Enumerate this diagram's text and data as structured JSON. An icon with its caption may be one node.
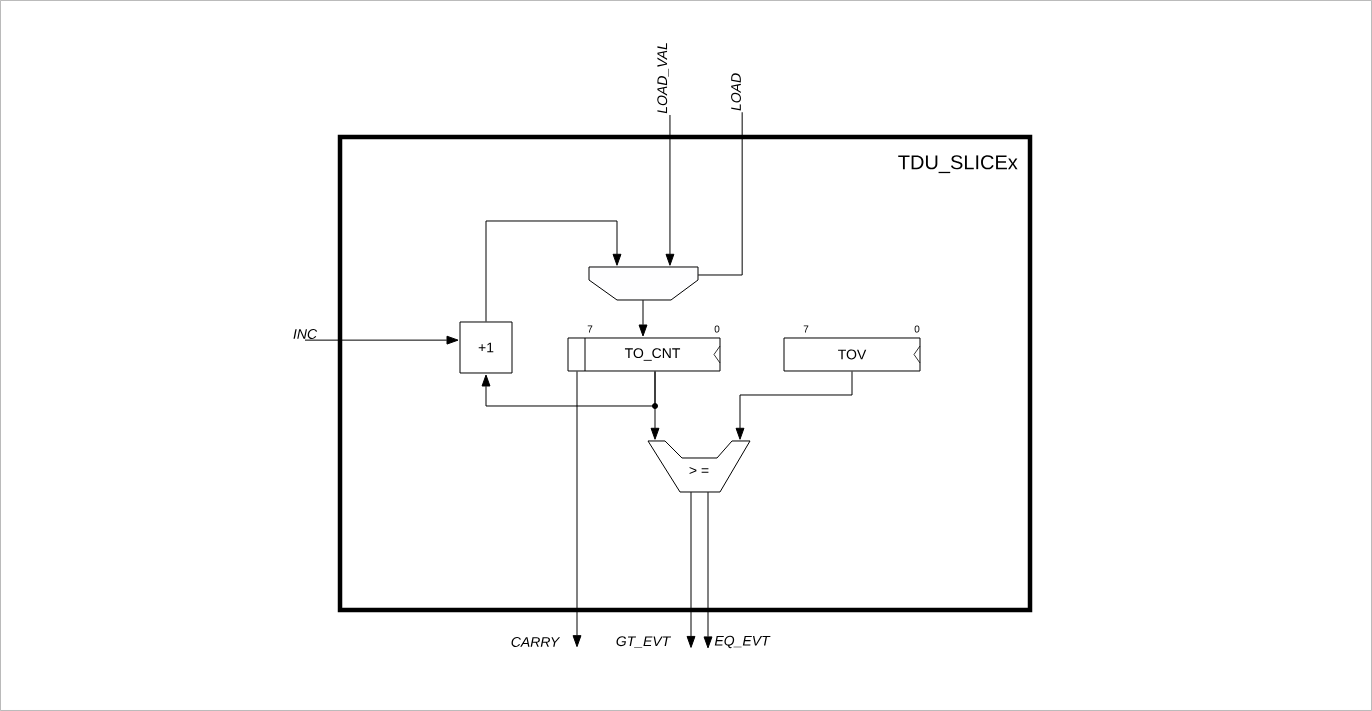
{
  "diagram": {
    "nodes": [
      {
        "text": [
          "TDU_SLICEx"
        ]
      },
      {
        "text": [],
        "shape": "box",
        "in": 0
      },
      {
        "text": [
          "+1"
        ],
        "in": 0
      },
      {
        "text": [
          "TO_CNT"
        ],
        "in": 0,
        "beside": [
          "7",
          "0"
        ]
      },
      {
        "text": [
          "TOV"
        ],
        "in": 0,
        "beside": [
          "7",
          "0"
        ]
      },
      {
        "text": [
          "> ="
        ],
        "in": 0
      },
      {
        "text": [
          "LOAD_VAL"
        ]
      },
      {
        "text": [
          "LOAD"
        ]
      },
      {
        "text": [
          "INC"
        ]
      },
      {
        "text": [
          "CARRY"
        ]
      },
      {
        "text": [
          "GT_EVT"
        ]
      },
      {
        "text": [
          "EQ_EVT"
        ]
      }
    ],
    "edges": [
      {
        "from": 6,
        "to": 1,
        "arrow": "to"
      },
      {
        "from": 7,
        "to": 1,
        "arrow": "none"
      },
      {
        "from": 8,
        "to": 2,
        "arrow": "to"
      },
      {
        "from": 2,
        "to": 1,
        "arrow": "to"
      },
      {
        "from": 1,
        "to": 3,
        "arrow": "to"
      },
      {
        "from": 3,
        "to": 5,
        "arrow": "to"
      },
      {
        "from": 3,
        "to": 2,
        "arrow": "to"
      },
      {
        "from": 4,
        "to": 5,
        "arrow": "to"
      },
      {
        "from": 3,
        "to": 9,
        "arrow": "to"
      },
      {
        "from": 5,
        "to": 10,
        "arrow": "to"
      },
      {
        "from": 5,
        "to": 11,
        "arrow": "to"
      }
    ]
  }
}
